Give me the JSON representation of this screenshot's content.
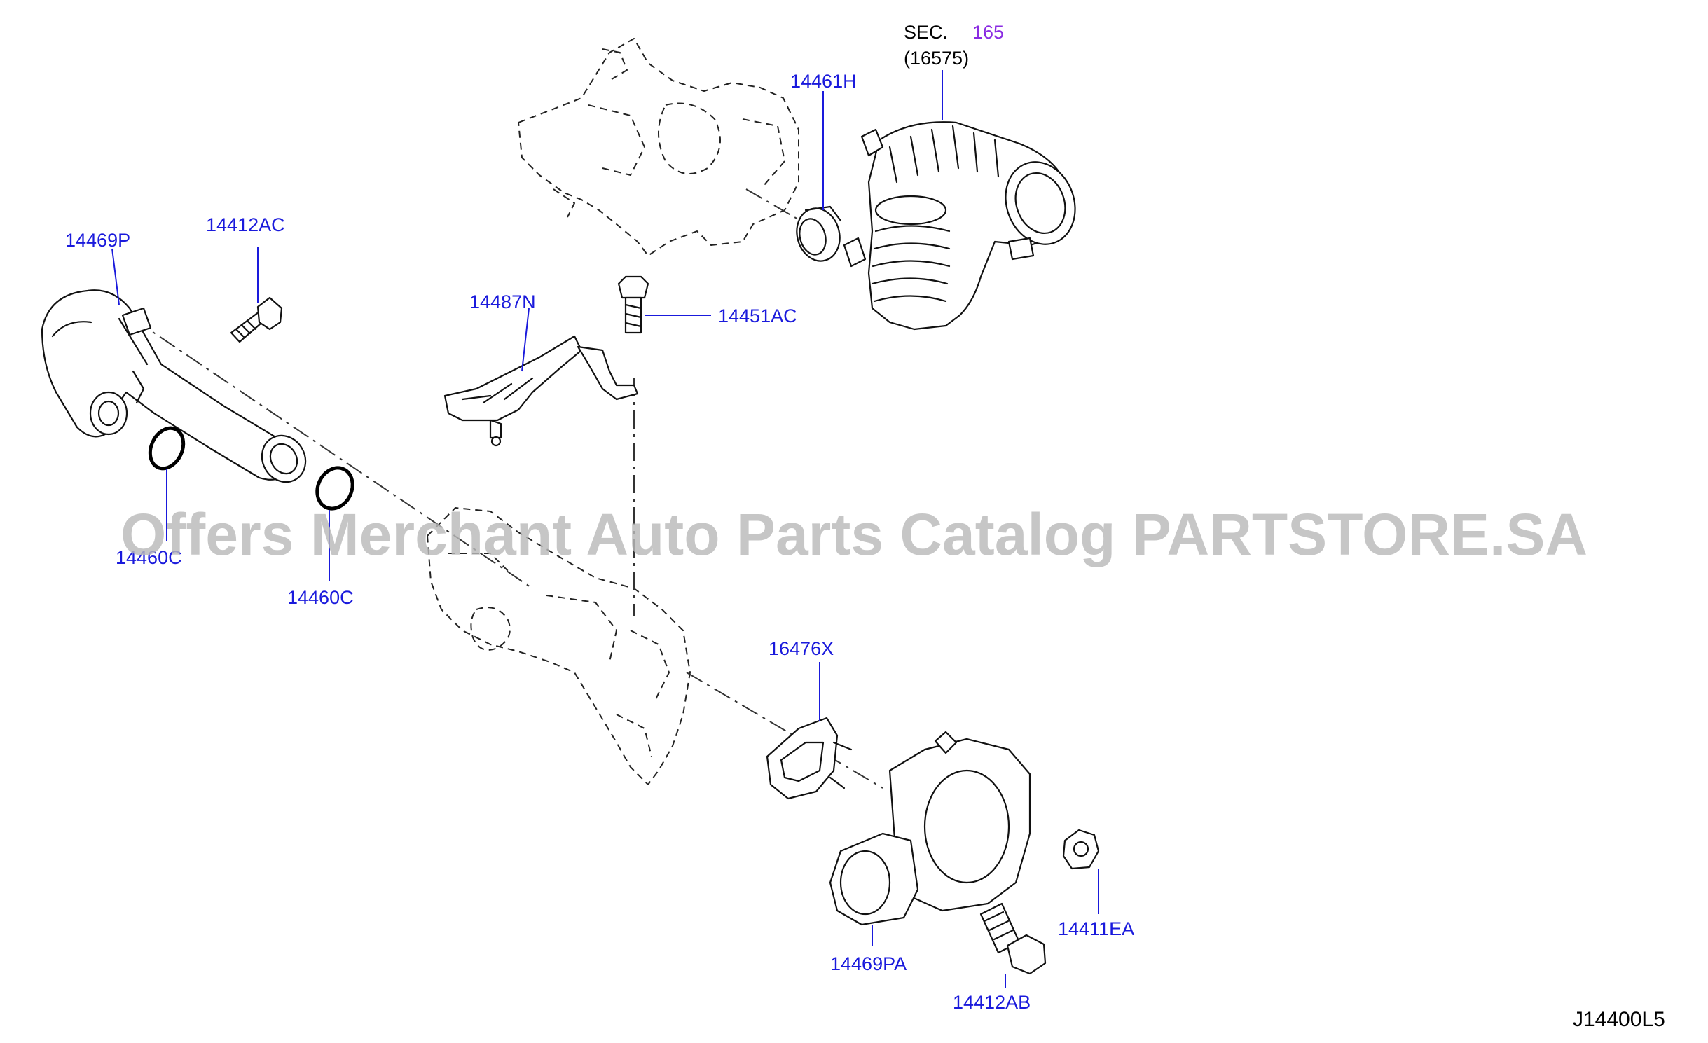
{
  "diagram": {
    "code": "J14400L5",
    "section_ref": {
      "prefix": "SEC.",
      "number": "165",
      "sub": "(16575)"
    },
    "watermark": "Offers Merchant Auto Parts Catalog PARTSTORE.SA",
    "callouts": [
      {
        "id": "c1",
        "label": "14461H"
      },
      {
        "id": "c2",
        "label": "14412AC"
      },
      {
        "id": "c3",
        "label": "14469P"
      },
      {
        "id": "c4",
        "label": "14487N"
      },
      {
        "id": "c5",
        "label": "14451AC"
      },
      {
        "id": "c6",
        "label": "14460C"
      },
      {
        "id": "c7",
        "label": "14460C"
      },
      {
        "id": "c8",
        "label": "16476X"
      },
      {
        "id": "c9",
        "label": "14411EA"
      },
      {
        "id": "c10",
        "label": "14469PA"
      },
      {
        "id": "c11",
        "label": "14412AB"
      }
    ]
  },
  "colors": {
    "label": "#1a1adc",
    "section_number": "#8a2be2",
    "watermark": "#b9b9b9"
  }
}
